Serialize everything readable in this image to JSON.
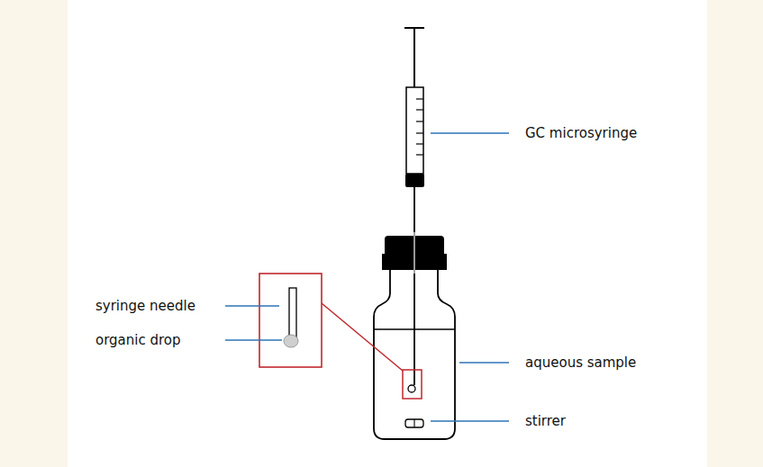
{
  "diagram": {
    "labels": [
      "GC microsyringe",
      "syringe needle",
      "organic drop",
      "aqueous sample",
      "stirrer"
    ]
  }
}
